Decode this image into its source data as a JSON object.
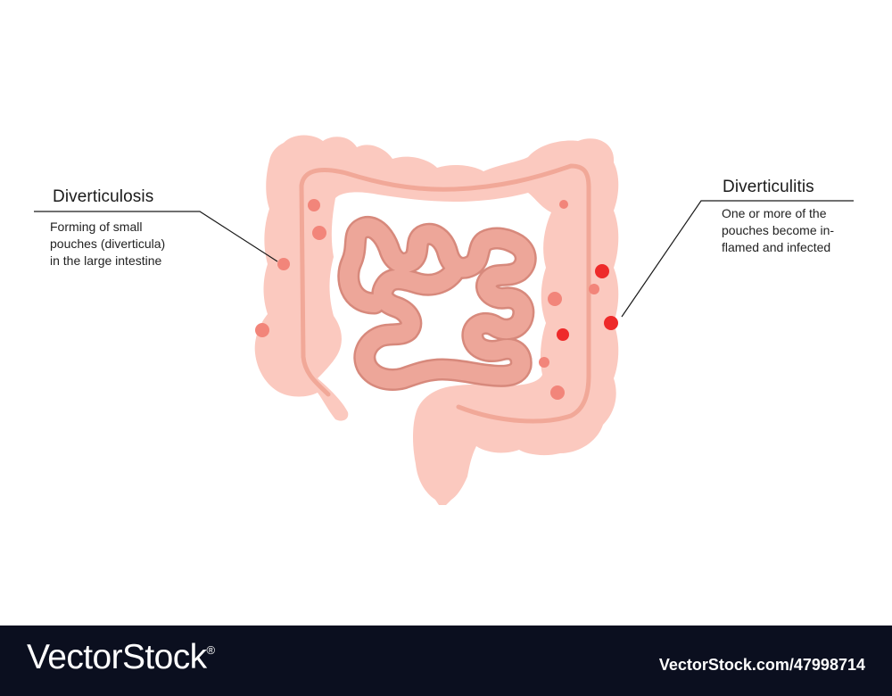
{
  "labels": {
    "left": {
      "title": "Diverticulosis",
      "description": "Forming of small\npouches (diverticula)\nin the large intestine"
    },
    "right": {
      "title": "Diverticulitis",
      "description": "One or more of the\npouches become in-\nflamed and infected"
    }
  },
  "footer": {
    "brand": "VectorStock",
    "trademark": "®",
    "image_id": "VectorStock.com/47998714"
  },
  "colors": {
    "colon": "#fbc9bf",
    "colon_inner_line": "#f1a898",
    "small_intestine": "#eda699",
    "small_intestine_edge": "#d7897c",
    "diverticula": "#f2857a",
    "inflamed": "#ee2a2a",
    "footer_background": "#0b0f1f"
  }
}
